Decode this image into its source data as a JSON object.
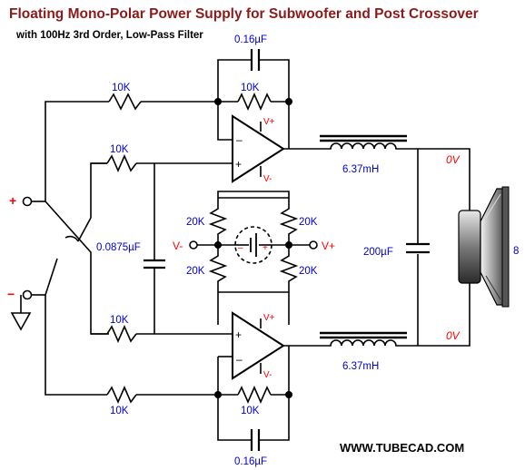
{
  "title": "Floating Mono-Polar Power Supply for Subwoofer and Post Crossover",
  "subtitle": "with 100Hz 3rd Order, Low-Pass Filter",
  "website": "WWW.TUBECAD.COM",
  "labels": {
    "cap_top": "0.16µF",
    "cap_bottom": "0.16µF",
    "cap_shunt": "0.0875µF",
    "cap_output": "200µF",
    "res_top_input": "10K",
    "res_top_feedback": "10K",
    "res_top_second": "10K",
    "res_bottom_second": "10K",
    "res_bottom_input": "10K",
    "res_bottom_feedback": "10K",
    "res_div_tl": "20K",
    "res_div_bl": "20K",
    "res_div_tr": "20K",
    "res_div_br": "20K",
    "inductor_top": "6.37mH",
    "inductor_bottom": "6.37mH",
    "zero_volt_top": "0V",
    "zero_volt_bottom": "0V",
    "rail_neg": "V-",
    "rail_pos": "V+",
    "opamp_top_vplus": "V+",
    "opamp_top_vminus": "V-",
    "opamp_bottom_vplus": "V+",
    "opamp_bottom_vminus": "V-",
    "input_plus": "+",
    "input_minus": "−",
    "speaker_impedance": "8"
  },
  "colors": {
    "title": "#8b1a1a",
    "component_labels": "#0000cc",
    "polarity_marks": "#ff0000",
    "wires": "#000000"
  }
}
